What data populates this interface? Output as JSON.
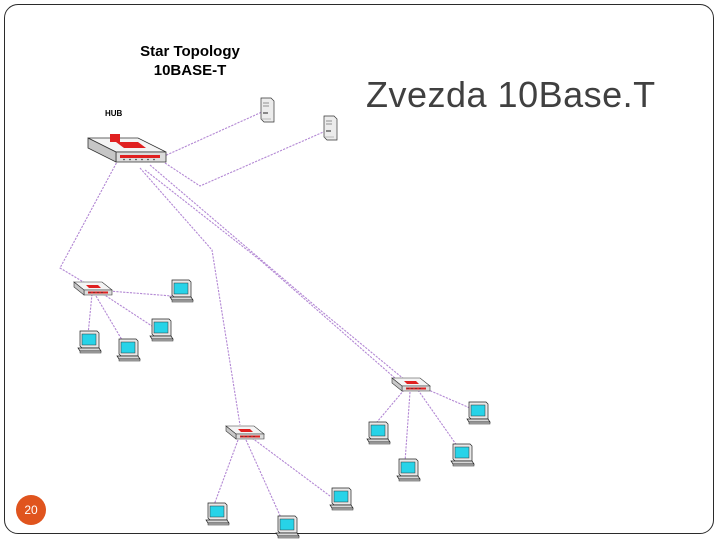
{
  "slide": {
    "title": "Zvezda 10Base.T",
    "page_number": "20"
  },
  "diagram": {
    "title_line1": "Star Topology",
    "title_line2": "10BASE-T",
    "hub_label": "HUB"
  },
  "colors": {
    "cable": "#b388d4",
    "hub_body": "#f2f2f2",
    "hub_accent": "#e02020",
    "monitor_screen": "#27d3e8",
    "page_badge": "#e0541e",
    "title_text": "#404040"
  },
  "icons": [
    "hub-icon",
    "server-icon",
    "computer-icon"
  ]
}
